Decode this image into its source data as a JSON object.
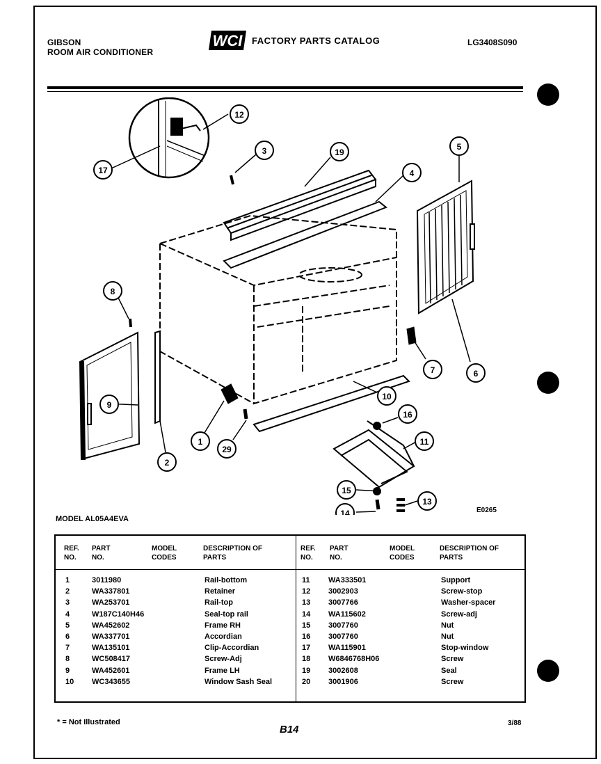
{
  "header": {
    "brand": "GIBSON",
    "product": "ROOM AIR CONDITIONER",
    "logo_text": "WCI",
    "catalog_title": "FACTORY PARTS CATALOG",
    "catalog_number": "LG3408S090"
  },
  "diagram": {
    "callouts": [
      "1",
      "2",
      "3",
      "4",
      "5",
      "6",
      "7",
      "8",
      "9",
      "10",
      "11",
      "12",
      "13",
      "14",
      "15",
      "16",
      "17",
      "19",
      "29"
    ],
    "code": "E0265"
  },
  "model": "MODEL AL05A4EVA",
  "table": {
    "headers": {
      "ref": "REF. NO.",
      "part": "PART NO.",
      "model_codes": "MODEL CODES",
      "description": "DESCRIPTION OF PARTS"
    },
    "left_rows": [
      {
        "ref": "1",
        "part": "3011980",
        "codes": "",
        "desc": "Rail-bottom"
      },
      {
        "ref": "2",
        "part": "WA337801",
        "codes": "",
        "desc": "Retainer"
      },
      {
        "ref": "3",
        "part": "WA253701",
        "codes": "",
        "desc": "Rail-top"
      },
      {
        "ref": "4",
        "part": "W187C140H46",
        "codes": "",
        "desc": "Seal-top rail"
      },
      {
        "ref": "5",
        "part": "WA452602",
        "codes": "",
        "desc": "Frame RH"
      },
      {
        "ref": "6",
        "part": "WA337701",
        "codes": "",
        "desc": "Accordian"
      },
      {
        "ref": "7",
        "part": "WA135101",
        "codes": "",
        "desc": "Clip-Accordian"
      },
      {
        "ref": "8",
        "part": "WC508417",
        "codes": "",
        "desc": "Screw-Adj"
      },
      {
        "ref": "9",
        "part": "WA452601",
        "codes": "",
        "desc": "Frame LH"
      },
      {
        "ref": "10",
        "part": "WC343655",
        "codes": "",
        "desc": "Window Sash Seal"
      }
    ],
    "right_rows": [
      {
        "ref": "11",
        "part": "WA333501",
        "codes": "",
        "desc": "Support"
      },
      {
        "ref": "12",
        "part": "3002903",
        "codes": "",
        "desc": "Screw-stop"
      },
      {
        "ref": "13",
        "part": "3007766",
        "codes": "",
        "desc": "Washer-spacer"
      },
      {
        "ref": "14",
        "part": "WA115602",
        "codes": "",
        "desc": "Screw-adj"
      },
      {
        "ref": "15",
        "part": "3007760",
        "codes": "",
        "desc": "Nut"
      },
      {
        "ref": "16",
        "part": "3007760",
        "codes": "",
        "desc": "Nut"
      },
      {
        "ref": "17",
        "part": "WA115901",
        "codes": "",
        "desc": "Stop-window"
      },
      {
        "ref": "18",
        "part": "W6846768H06",
        "codes": "",
        "desc": "Screw"
      },
      {
        "ref": "19",
        "part": "3002608",
        "codes": "",
        "desc": "Seal"
      },
      {
        "ref": "20",
        "part": "3001906",
        "codes": "",
        "desc": "Screw"
      }
    ]
  },
  "footer": {
    "note": "* = Not Illustrated",
    "page": "B14",
    "date": "3/88"
  }
}
